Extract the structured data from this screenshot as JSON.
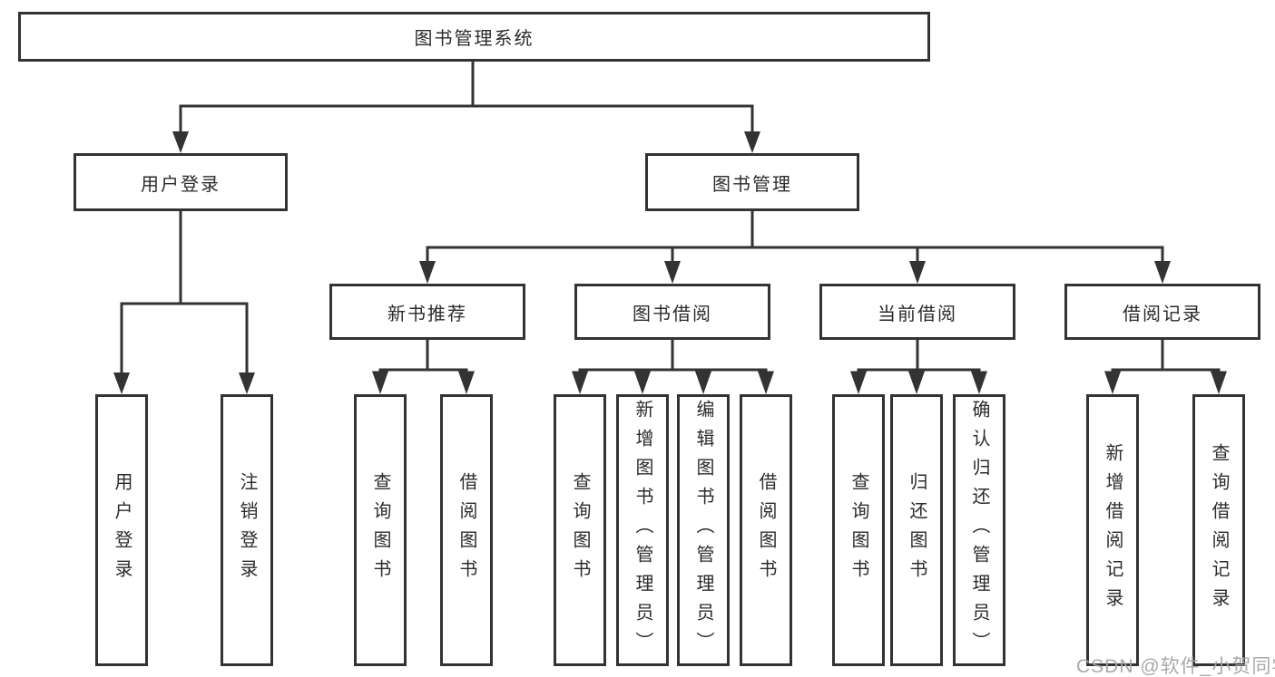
{
  "colors": {
    "line": "#333333",
    "text": "#2b2b2b",
    "box_background": "#ffffff",
    "watermark": "#a4a4a4"
  },
  "tree": {
    "root": {
      "label": "图书管理系统"
    },
    "children": [
      {
        "label": "用户登录",
        "children": [
          {
            "label": "用户登录"
          },
          {
            "label": "注销登录"
          }
        ]
      },
      {
        "label": "图书管理",
        "children": [
          {
            "label": "新书推荐",
            "children": [
              {
                "label": "查询图书"
              },
              {
                "label": "借阅图书"
              }
            ]
          },
          {
            "label": "图书借阅",
            "children": [
              {
                "label": "查询图书"
              },
              {
                "label": "新增图书（管理员）"
              },
              {
                "label": "编辑图书（管理员）"
              },
              {
                "label": "借阅图书"
              }
            ]
          },
          {
            "label": "当前借阅",
            "children": [
              {
                "label": "查询图书"
              },
              {
                "label": "归还图书"
              },
              {
                "label": "确认归还（管理员）"
              }
            ]
          },
          {
            "label": "借阅记录",
            "children": [
              {
                "label": "新增借阅记录"
              },
              {
                "label": "查询借阅记录"
              }
            ]
          }
        ]
      }
    ]
  },
  "watermark": {
    "text": "CSDN @软件_小贺同学"
  }
}
